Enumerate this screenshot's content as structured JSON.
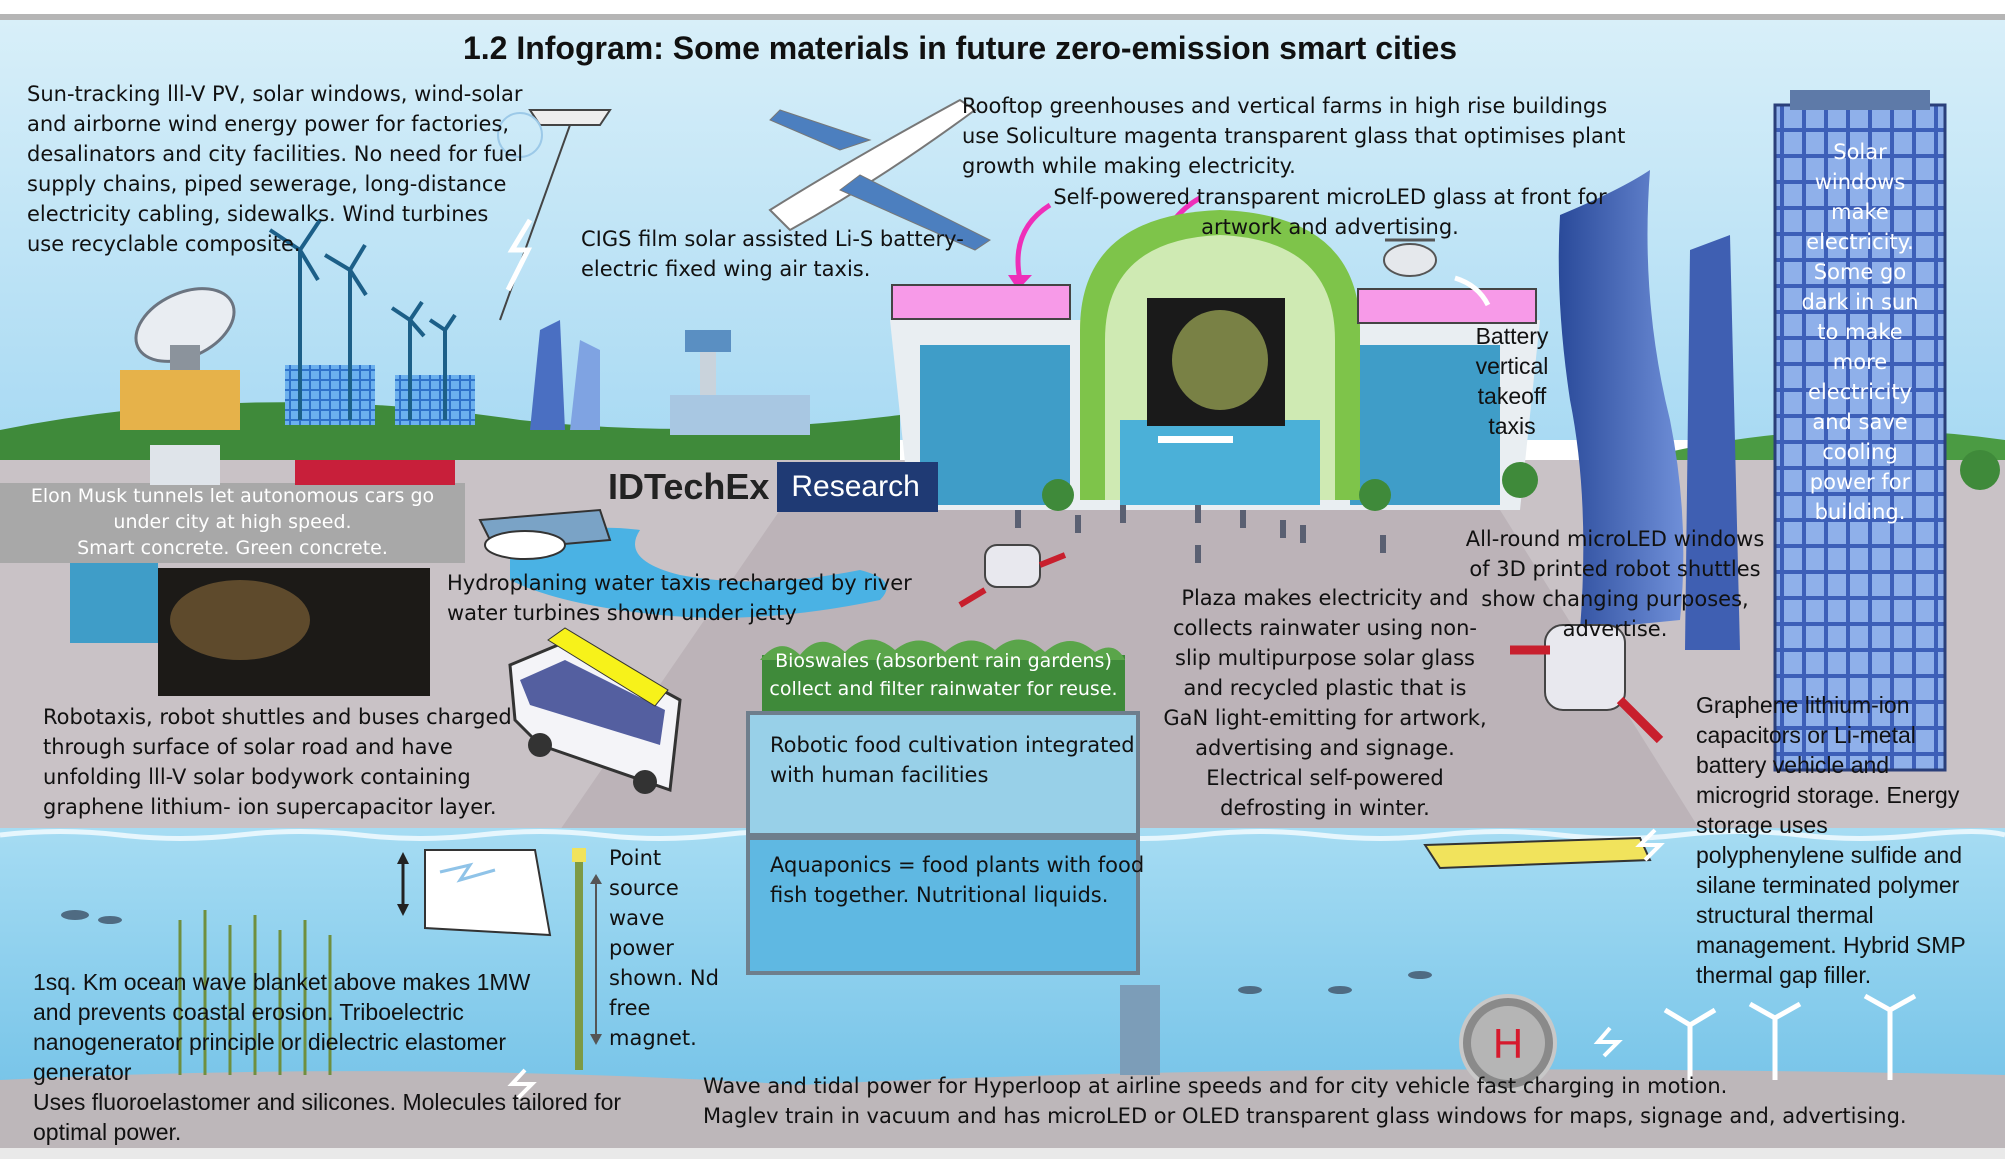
{
  "title": "1.2 Infogram: Some materials in future zero-emission smart cities",
  "brand": {
    "name": "IDTechEx",
    "suffix": "Research"
  },
  "colors": {
    "sky": "#bfe4f7",
    "ground": "#c9c2c6",
    "water": "#8fd0ee",
    "grass": "#3f8a3a",
    "accent_magenta": "#ee5fd8",
    "tunnel_box": "#a8a8a8",
    "brand_blue": "#1f3a74"
  },
  "callouts": {
    "energy": "Sun-tracking lll-V PV, solar windows, wind-solar\nand airborne wind energy power for factories,\ndesalinators and city facilities. No need for fuel\nsupply chains, piped sewerage, long-distance\nelectricity cabling, sidewalks. Wind turbines\nuse recyclable composite.",
    "air_taxi": "CIGS film solar assisted Li-S battery-\nelectric fixed wing air taxis.",
    "greenhouse": "Rooftop greenhouses and vertical farms in high rise buildings\nuse Soliculture magenta transparent glass that optimises plant\ngrowth while making electricity.",
    "microled_glass": "Self-powered transparent microLED glass at      front for\nartwork and advertising.",
    "vtol": "Battery\nvertical\ntakeoff\ntaxis",
    "solar_windows": "Solar\nwindows\nmake\nelectricity.\nSome  go\ndark in sun\nto make\nmore\nelectricity\nand save\ncooling\npower for\nbuilding.",
    "tunnels": "Elon Musk tunnels let autonomous cars go\nunder city at high speed.\nSmart  concrete. Green concrete.",
    "water_taxi": "Hydroplaning water taxis recharged by river\nwater turbines shown under jetty",
    "bioswales": "Bioswales (absorbent rain gardens)\ncollect and filter rainwater for reuse.",
    "shuttles": "All-round microLED windows\nof 3D printed robot shuttles\nshow changing purposes,\nadvertise.",
    "plaza": "Plaza makes electricity and\ncollects rainwater using non-\nslip multipurpose solar glass\nand recycled plastic that is\nGaN light-emitting for artwork,\nadvertising and signage.\nElectrical self-powered\ndefrosting in winter.",
    "robotaxis": "Robotaxis, robot shuttles and buses charged\nthrough surface of solar road and have\nunfolding lll-V solar bodywork containing\ngraphene lithium- ion supercapacitor layer.",
    "food": "Robotic food cultivation integrated\nwith human facilities",
    "aquaponics": "Aquaponics = food plants with food\nfish together. Nutritional liquids.",
    "storage": "Graphene lithium-ion\ncapacitors or Li-metal\nbattery vehicle and\nmicrogrid storage. Energy\nstorage uses\npolyphenylene sulfide and\nsilane terminated polymer\nstructural  thermal\nmanagement. Hybrid SMP\nthermal gap filler.",
    "point_source": "Point\nsource\nwave\npower\nshown. Nd\nfree\nmagnet.",
    "wave_blanket": "1sq. Km ocean wave blanket above makes 1MW\nand prevents coastal erosion. Triboelectric\nnanogenerator principle or dielectric elastomer\ngenerator\nUses fluoroelastomer and silicones. Molecules tailored for\noptimal power.",
    "hyperloop": "Wave and tidal power for Hyperloop at airline speeds and for city vehicle fast charging in motion.\nMaglev train in vacuum and has microLED or OLED transparent glass windows for maps, signage and, advertising."
  },
  "hyperloop_badge": "H"
}
